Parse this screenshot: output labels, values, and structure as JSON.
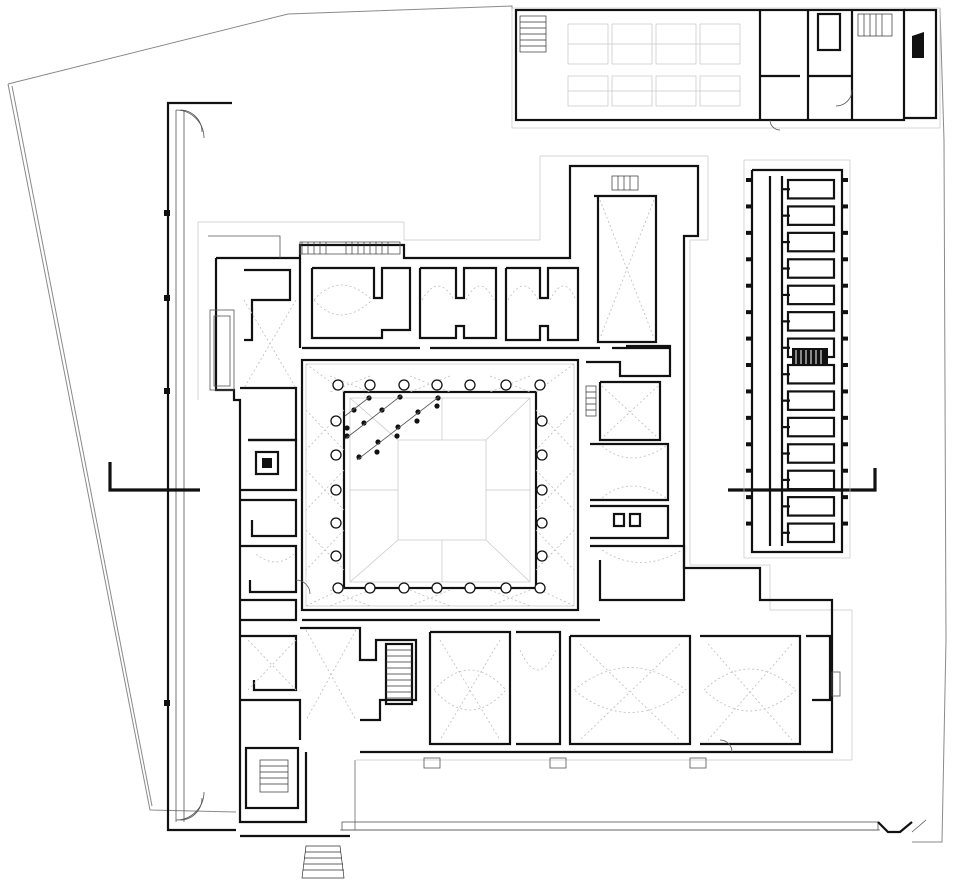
{
  "drawing": {
    "kind": "architectural-floor-plan",
    "features": [
      "courtyard-cloister",
      "barrel-vaulted-rooms",
      "section-cut-markers",
      "staircases",
      "colonnade"
    ]
  },
  "colors": {
    "line": "#111111",
    "site_outline": "#8a8a8a",
    "vault_dashes": "#bdbdbd",
    "background": "#ffffff"
  }
}
